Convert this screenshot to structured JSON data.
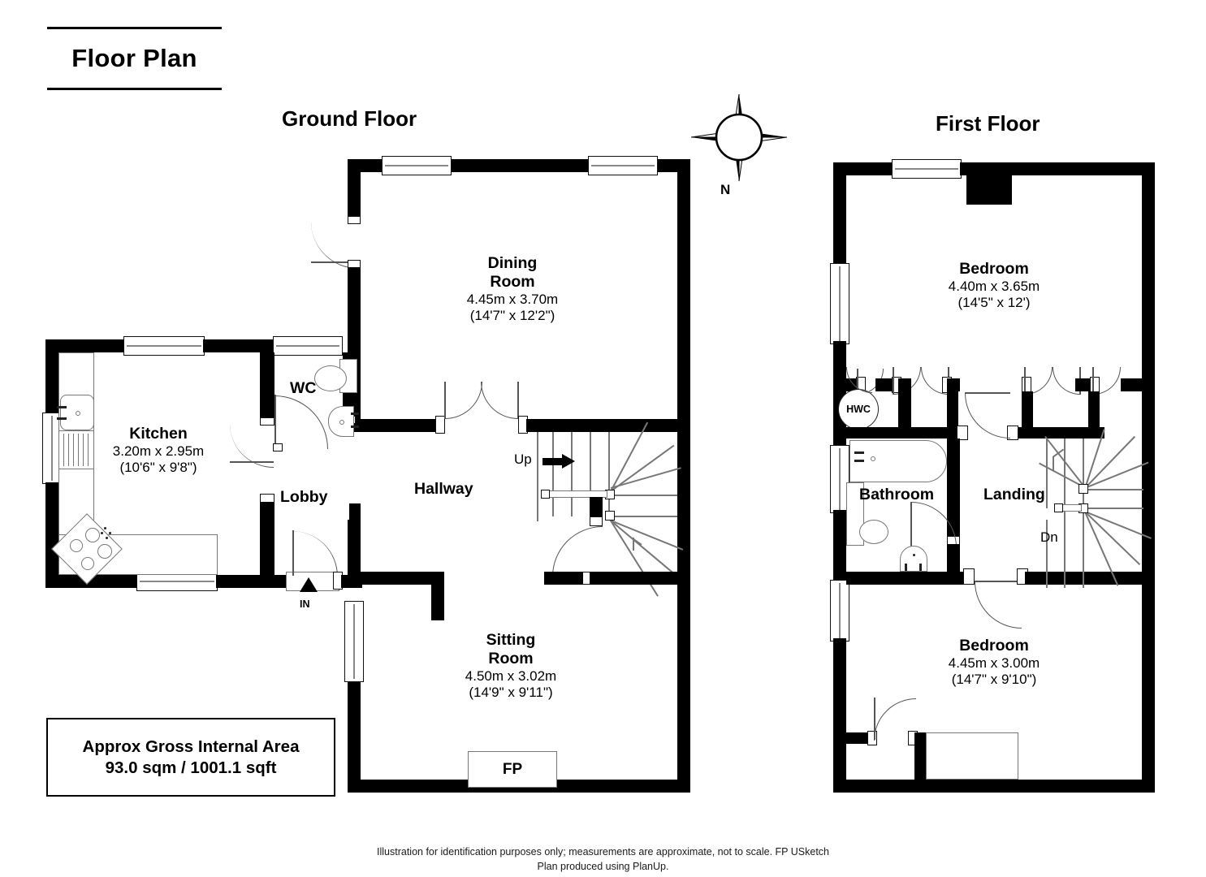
{
  "title": {
    "text": "Floor Plan"
  },
  "headings": {
    "ground": "Ground Floor",
    "first": "First Floor"
  },
  "compass": {
    "north_label": "N",
    "icon": "compass-rose-icon"
  },
  "area_box": {
    "line1": "Approx Gross Internal Area",
    "line2": "93.0 sqm / 1001.1 sqft"
  },
  "footer": {
    "line1": "Illustration for identification purposes only; measurements are approximate, not to scale. FP USketch",
    "line2": "Plan produced using PlanUp."
  },
  "ground_floor": {
    "rooms": [
      {
        "key": "dining",
        "name": "Dining\nRoom",
        "name_line1": "Dining",
        "name_line2": "Room",
        "metric": "4.45m x 3.70m",
        "imperial": "(14'7\" x 12'2\")"
      },
      {
        "key": "kitchen",
        "name_line1": "Kitchen",
        "metric": "3.20m x 2.95m",
        "imperial": "(10'6\" x 9'8\")"
      },
      {
        "key": "sitting",
        "name_line1": "Sitting",
        "name_line2": "Room",
        "metric": "4.50m x 3.02m",
        "imperial": "(14'9\" x 9'11\")"
      }
    ],
    "labels": {
      "wc": "WC",
      "lobby": "Lobby",
      "hallway": "Hallway",
      "up": "Up",
      "in": "IN",
      "fp": "FP"
    }
  },
  "first_floor": {
    "rooms": [
      {
        "key": "bedroom1",
        "name_line1": "Bedroom",
        "metric": "4.40m x 3.65m",
        "imperial": "(14'5\" x 12')"
      },
      {
        "key": "bedroom2",
        "name_line1": "Bedroom",
        "metric": "4.45m x 3.00m",
        "imperial": "(14'7\" x 9'10\")"
      }
    ],
    "labels": {
      "bathroom": "Bathroom",
      "landing": "Landing",
      "hwc": "HWC",
      "down": "Dn"
    }
  },
  "colors": {
    "wall": "#000000",
    "background": "#ffffff",
    "fixture_outline": "#777777",
    "text": "#000000"
  }
}
